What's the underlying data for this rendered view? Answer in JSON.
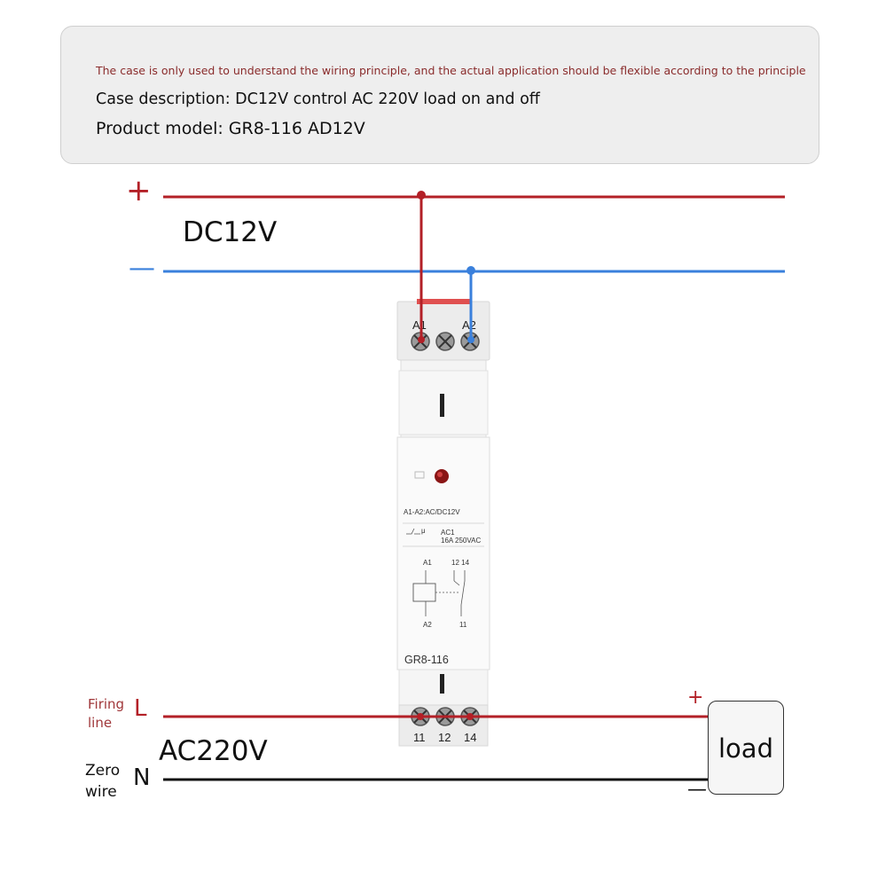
{
  "info": {
    "note": "The case is only used to understand the wiring principle, and the actual application should be flexible according to the principle",
    "case_description": "Case description: DC12V control AC 220V load on and off",
    "product_model": "Product model: GR8-116 AD12V"
  },
  "dc": {
    "plus": "+",
    "minus": "—",
    "label": "DC12V"
  },
  "ac": {
    "label": "AC220V",
    "l_letter": "L",
    "n_letter": "N",
    "firing_line": "Firing line",
    "zero_wire": "Zero wire"
  },
  "relay": {
    "top_terminals": {
      "a1": "A1",
      "a2": "A2"
    },
    "bottom_terminals": {
      "t11": "11",
      "t12": "12",
      "t14": "14"
    },
    "face_coil": "A1-A2:AC/DC12V",
    "face_rating_code": "AC1",
    "face_rating": "16A 250VAC",
    "face_symbol": "μ",
    "schem_a1": "A1",
    "schem_a2": "A2",
    "schem_1214": "12 14",
    "schem_11": "11",
    "model": "GR8-116"
  },
  "load": {
    "label": "load",
    "plus": "+",
    "minus": "—"
  },
  "colors": {
    "positive": "#b32027",
    "negative": "#3a80dc",
    "neutral": "#111111"
  }
}
